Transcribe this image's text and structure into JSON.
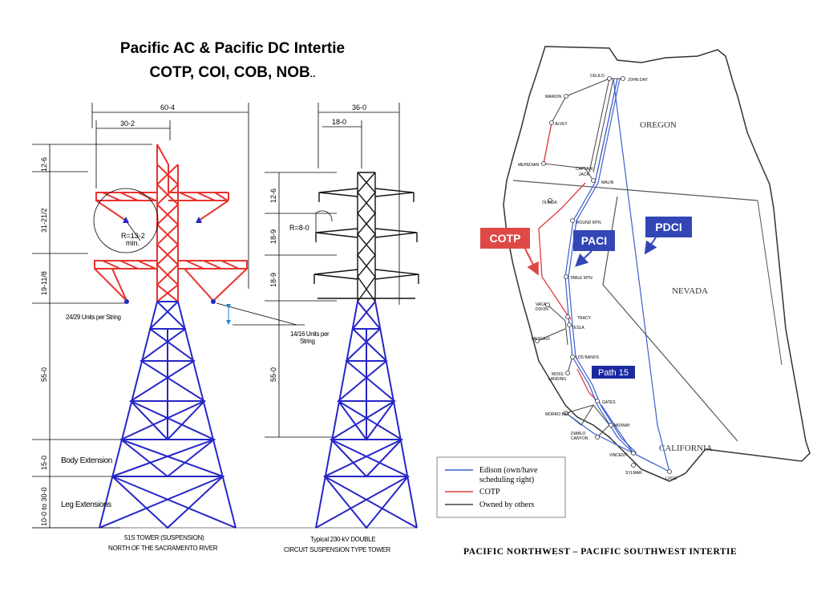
{
  "title": {
    "line1": "Pacific AC & Pacific DC Intertie",
    "line2": "COTP, COI, COB, NOB",
    "line2_suffix": ".."
  },
  "tower_left": {
    "dim_top": "60-4",
    "dim_sub": "30-2",
    "dim_v1": "12-6",
    "dim_v2": "31-21/2",
    "dim_v3": "19-11/8",
    "dim_v4": "55-0",
    "dim_v5": "15-0",
    "dim_v6": "10-0 to 30-0",
    "radius": "R=13-2",
    "radius_min": "min.",
    "insulators": "24/29 Units per String",
    "body_ext": "Body Extension",
    "leg_ext": "Leg Extensions",
    "caption1": "51S TOWER (SUSPENSION)",
    "caption2": "NORTH OF THE SACRAMENTO RIVER"
  },
  "tower_right": {
    "dim_top": "36-0",
    "dim_sub": "18-0",
    "dim_v1": "12-6",
    "dim_v2": "18-9",
    "dim_v3": "18-9",
    "dim_v4": "55-0",
    "radius": "R=8-0",
    "insulators1": "14/16 Units per",
    "insulators2": "String",
    "caption1": "Typical 230-kV DOUBLE",
    "caption2": "CIRCUIT SUSPENSION TYPE TOWER"
  },
  "map": {
    "states": [
      "OREGON",
      "NEVADA",
      "CALIFORNIA"
    ],
    "stations": [
      "CELILO",
      "JOHN DAY",
      "MARION",
      "ALVEY",
      "MEPEDIAN",
      "CAPTAIN",
      "JACK",
      "MALIN",
      "OLINDA",
      "ROUND MTN",
      "TABLE MTN",
      "VACA",
      "DIXON",
      "TRACY",
      "TESLA",
      "METCALF",
      "LOS BANOS",
      "MOSS",
      "LANDING",
      "GATES",
      "MORRO BAY",
      "DIABLO",
      "CANYON",
      "MIDWAY",
      "VINCENT",
      "SYLMAR",
      "LUGO"
    ],
    "callouts": {
      "cotp": "COTP",
      "paci": "PACI",
      "pdci": "PDCI",
      "path15": "Path 15"
    },
    "legend": [
      {
        "label1": "Edison (own/have",
        "label2": "scheduling right)",
        "color": "#3a5fcd"
      },
      {
        "label1": "COTP",
        "label2": "",
        "color": "#e03a3a"
      },
      {
        "label1": "Owned by others",
        "label2": "",
        "color": "#444444"
      }
    ],
    "caption": "PACIFIC NORTHWEST – PACIFIC SOUTHWEST INTERTIE"
  },
  "colors": {
    "red": "#e8322e",
    "blue": "#2626c8",
    "black": "#111111",
    "map_blue": "#3a5fcd",
    "map_red": "#e03a3a",
    "callout_red": "#e04848",
    "callout_blue": "#3346b5"
  }
}
